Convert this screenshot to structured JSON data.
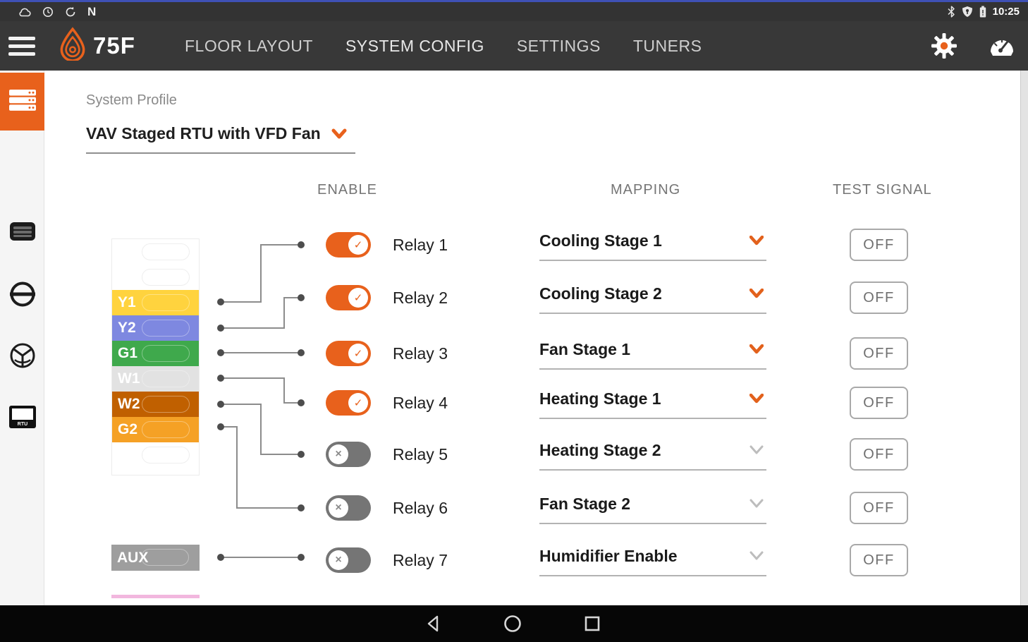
{
  "status_bar": {
    "time": "10:25",
    "left_icons": [
      "cloud-icon",
      "alarm-clock-icon",
      "sync-icon",
      "nfc-icon"
    ],
    "nfc_label": "N",
    "right_icons": [
      "bluetooth-icon",
      "shield-icon",
      "battery-icon"
    ]
  },
  "app_bar": {
    "brand": "75F",
    "tabs": [
      {
        "label": "FLOOR LAYOUT",
        "active": false
      },
      {
        "label": "SYSTEM CONFIG",
        "active": true
      },
      {
        "label": "SETTINGS",
        "active": false
      },
      {
        "label": "TUNERS",
        "active": false
      }
    ],
    "action_icons": [
      "gear-icon",
      "gauge-icon"
    ]
  },
  "sidebar": {
    "items": [
      {
        "icon": "relay-stack-icon",
        "selected": true
      },
      {
        "icon": "wall-module-icon",
        "selected": false
      },
      {
        "icon": "damper-icon",
        "selected": false
      },
      {
        "icon": "fan-icon",
        "selected": false
      },
      {
        "icon": "rtu-icon",
        "selected": false
      }
    ],
    "rtu_label": "RTU"
  },
  "main": {
    "profile_label": "System Profile",
    "profile_value": "VAV Staged RTU with VFD Fan",
    "columns": {
      "enable": "ENABLE",
      "mapping": "MAPPING",
      "test_signal": "TEST SIGNAL"
    },
    "terminals": [
      {
        "label": "Y1",
        "color": "#FFD33E"
      },
      {
        "label": "Y2",
        "color": "#7E88E0"
      },
      {
        "label": "G1",
        "color": "#3FA94C"
      },
      {
        "label": "W1",
        "color": "#E2E2E2"
      },
      {
        "label": "W2",
        "color": "#C06000"
      },
      {
        "label": "G2",
        "color": "#F5A125"
      }
    ],
    "aux": {
      "label": "AUX",
      "color": "#9E9E9E"
    },
    "relays": [
      {
        "name": "Relay 1",
        "enabled": true,
        "mapping": "Cooling Stage 1",
        "test_signal": "OFF"
      },
      {
        "name": "Relay 2",
        "enabled": true,
        "mapping": "Cooling Stage 2",
        "test_signal": "OFF"
      },
      {
        "name": "Relay 3",
        "enabled": true,
        "mapping": "Fan Stage 1",
        "test_signal": "OFF"
      },
      {
        "name": "Relay 4",
        "enabled": true,
        "mapping": "Heating Stage 1",
        "test_signal": "OFF"
      },
      {
        "name": "Relay 5",
        "enabled": false,
        "mapping": "Heating Stage 2",
        "test_signal": "OFF"
      },
      {
        "name": "Relay 6",
        "enabled": false,
        "mapping": "Fan Stage 2",
        "test_signal": "OFF"
      },
      {
        "name": "Relay 7",
        "enabled": false,
        "mapping": "Humidifier Enable",
        "test_signal": "OFF"
      }
    ]
  },
  "nav_bar": {
    "icons": [
      "back-icon",
      "home-icon",
      "recents-icon"
    ]
  },
  "colors": {
    "accent": "#E8611C",
    "tab_underline": "#E2713A",
    "toggle_off": "#757575",
    "wire": "#8C8C8C",
    "top_strip": "#3F51B5",
    "next_terminal_edge": "#F2B7DE"
  }
}
